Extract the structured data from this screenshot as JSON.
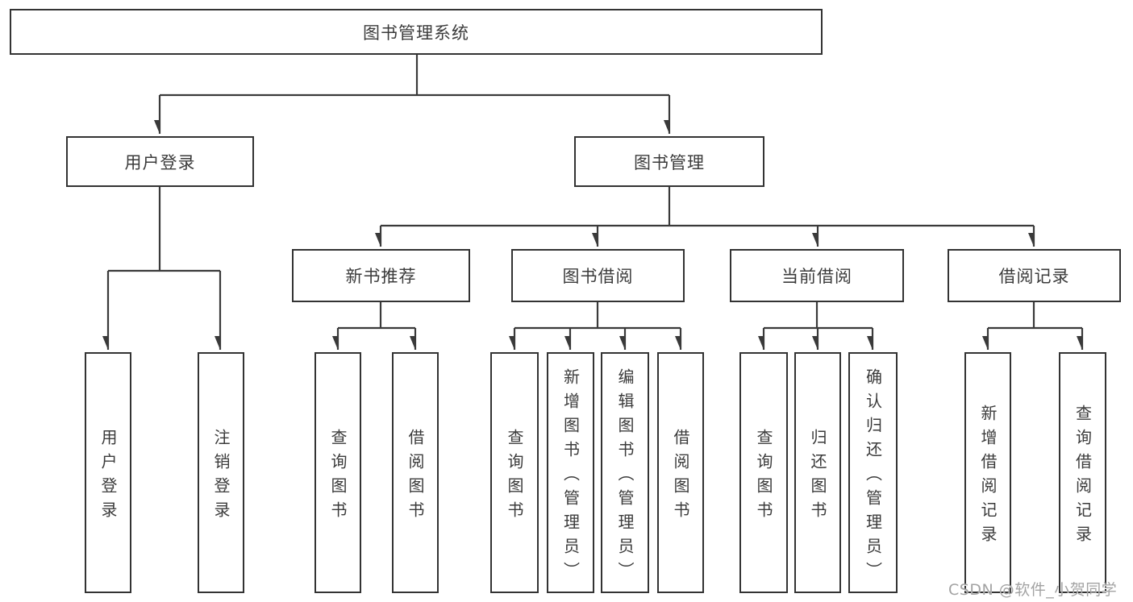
{
  "colors": {
    "line": "#3a3a3a",
    "box_border": "#333333",
    "text": "#3b3b3b",
    "watermark": "#a3a3a3",
    "background": "#ffffff"
  },
  "tree": {
    "root": {
      "label": "图书管理系统"
    },
    "level2": [
      {
        "label": "用户登录"
      },
      {
        "label": "图书管理"
      }
    ],
    "level3": [
      {
        "label": "新书推荐"
      },
      {
        "label": "图书借阅"
      },
      {
        "label": "当前借阅"
      },
      {
        "label": "借阅记录"
      }
    ],
    "leaves": {
      "login": [
        "用户登录",
        "注销登录"
      ],
      "recommend": [
        "查询图书",
        "借阅图书"
      ],
      "borrow": [
        "查询图书",
        "新增图书（管理员）",
        "编辑图书（管理员）",
        "借阅图书"
      ],
      "current": [
        "查询图书",
        "归还图书",
        "确认归还（管理员）"
      ],
      "records": [
        "新增借阅记录",
        "查询借阅记录"
      ]
    }
  },
  "watermark": {
    "text": "CSDN @软件_小贺同学"
  }
}
